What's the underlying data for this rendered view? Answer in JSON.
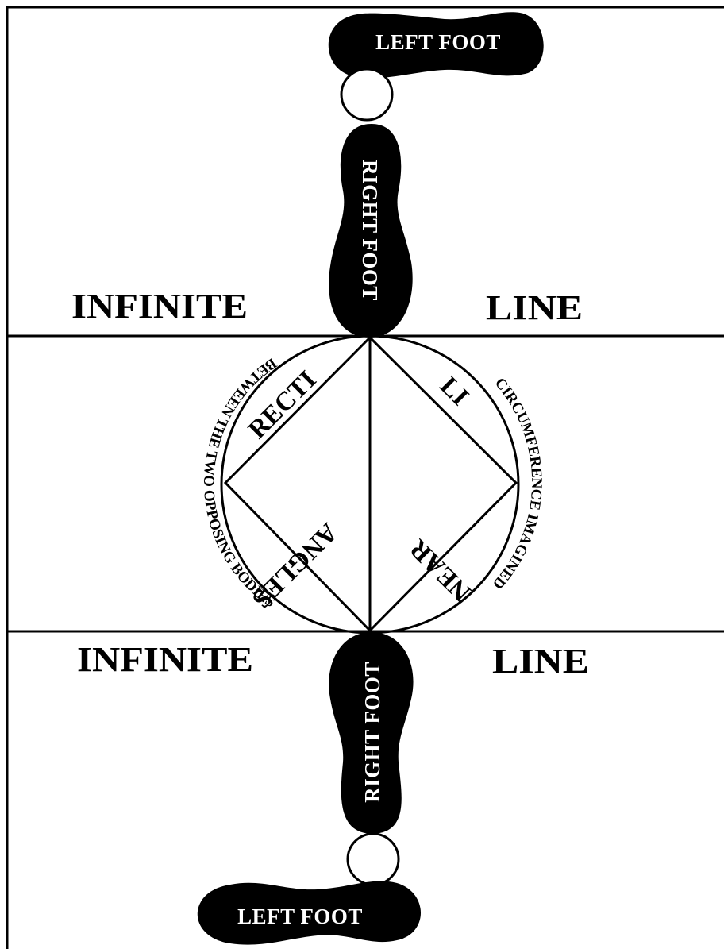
{
  "lines": {
    "upper": {
      "left_label": "INFINITE",
      "right_label": "LINE"
    },
    "lower": {
      "left_label": "INFINITE",
      "right_label": "LINE"
    }
  },
  "feet": {
    "top_left": "LEFT FOOT",
    "top_right": "RIGHT FOOT",
    "bottom_right": "RIGHT FOOT",
    "bottom_left": "LEFT FOOT"
  },
  "diamond": {
    "upper_left": "RECTI",
    "upper_right": "LI",
    "lower_right": "NEAR",
    "lower_left": "ANGLES"
  },
  "circle": {
    "left_arc": "BETWEEN THE TWO OPPOSING BODIES",
    "right_arc": "CIRCUMFERENCE IMAGINED"
  },
  "colors": {
    "ink": "#000000",
    "paper": "#ffffff"
  }
}
